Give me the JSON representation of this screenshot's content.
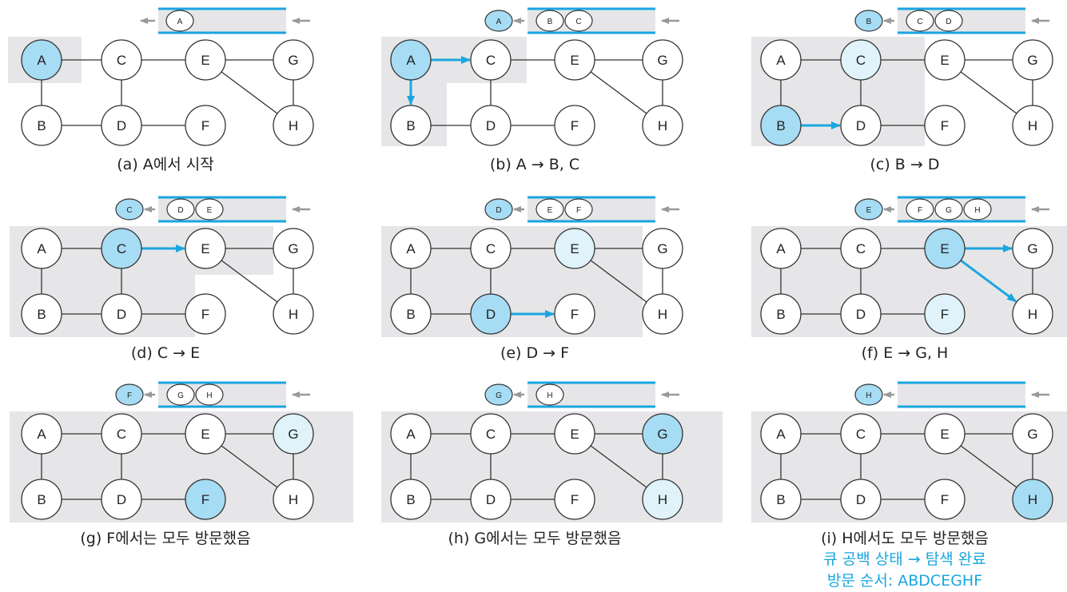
{
  "colors": {
    "visited_fill": "#a6dcf4",
    "queued_fill": "#e0f3fb",
    "node_fill": "#ffffff",
    "node_stroke": "#333333",
    "highlight_area": "#e6e6e8",
    "accent_blue": "#1aa6e0",
    "queue_arrow": "#999999"
  },
  "graph": {
    "nodes": [
      "A",
      "B",
      "C",
      "D",
      "E",
      "F",
      "G",
      "H"
    ],
    "edges": [
      [
        "A",
        "C"
      ],
      [
        "C",
        "E"
      ],
      [
        "E",
        "G"
      ],
      [
        "A",
        "B"
      ],
      [
        "C",
        "D"
      ],
      [
        "B",
        "D"
      ],
      [
        "D",
        "F"
      ],
      [
        "E",
        "H"
      ],
      [
        "G",
        "H"
      ]
    ]
  },
  "panels": [
    {
      "id": "a",
      "caption": "(a) A에서 시작",
      "queue": [
        "A"
      ],
      "dequeued": "",
      "visited": [
        "A"
      ],
      "queued": [],
      "arrows": []
    },
    {
      "id": "b",
      "caption": "(b) A → B, C",
      "queue": [
        "B",
        "C"
      ],
      "dequeued": "A",
      "visited": [
        "A"
      ],
      "queued": [],
      "arrows": [
        [
          "A",
          "C"
        ],
        [
          "A",
          "B"
        ]
      ]
    },
    {
      "id": "c",
      "caption": "(c) B → D",
      "queue": [
        "C",
        "D"
      ],
      "dequeued": "B",
      "visited": [
        "B"
      ],
      "queued": [
        "C"
      ],
      "arrows": [
        [
          "B",
          "D"
        ]
      ]
    },
    {
      "id": "d",
      "caption": "(d) C → E",
      "queue": [
        "D",
        "E"
      ],
      "dequeued": "C",
      "visited": [
        "C"
      ],
      "queued": [],
      "arrows": [
        [
          "C",
          "E"
        ]
      ]
    },
    {
      "id": "e",
      "caption": "(e) D → F",
      "queue": [
        "E",
        "F"
      ],
      "dequeued": "D",
      "visited": [
        "D"
      ],
      "queued": [
        "E"
      ],
      "arrows": [
        [
          "D",
          "F"
        ]
      ]
    },
    {
      "id": "f",
      "caption": "(f) E → G, H",
      "queue": [
        "F",
        "G",
        "H"
      ],
      "dequeued": "E",
      "visited": [
        "E"
      ],
      "queued": [
        "F"
      ],
      "arrows": [
        [
          "E",
          "G"
        ],
        [
          "E",
          "H"
        ]
      ]
    },
    {
      "id": "g",
      "caption": "(g) F에서는 모두 방문했음",
      "queue": [
        "G",
        "H"
      ],
      "dequeued": "F",
      "visited": [
        "F"
      ],
      "queued": [
        "G"
      ],
      "arrows": []
    },
    {
      "id": "h",
      "caption": "(h) G에서는 모두 방문했음",
      "queue": [
        "H"
      ],
      "dequeued": "G",
      "visited": [
        "G"
      ],
      "queued": [
        "H"
      ],
      "arrows": []
    },
    {
      "id": "i",
      "caption": "(i) H에서도 모두 방문했음",
      "queue": [],
      "dequeued": "H",
      "visited": [
        "H"
      ],
      "queued": [],
      "arrows": []
    }
  ],
  "summary": {
    "line1": "큐 공백 상태 → 탐색 완료",
    "line2": "방문 순서: ABDCEGHF"
  }
}
